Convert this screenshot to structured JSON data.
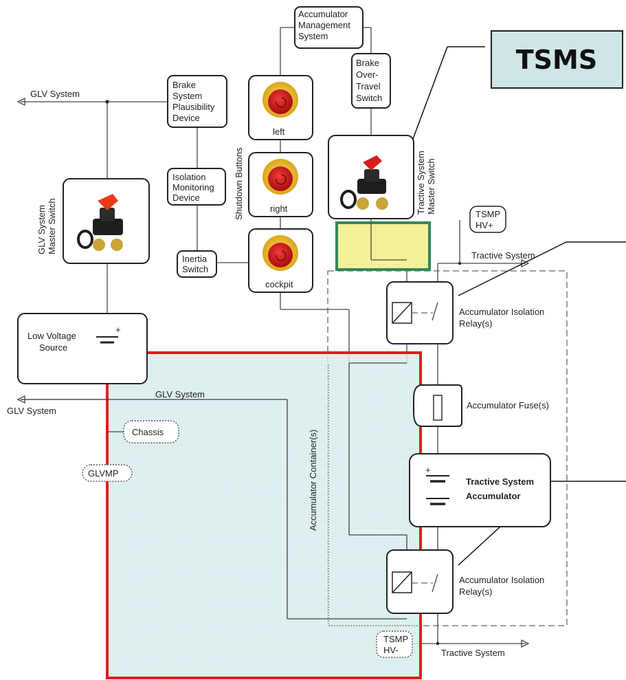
{
  "labels": {
    "tsms_callout": "TSMS",
    "glv_system_top": "GLV System",
    "glv_system_mid": "GLV System",
    "glv_system_left": "GLV System",
    "brake_plausibility": [
      "Brake",
      "System",
      "Plausibility",
      "Device"
    ],
    "isolation_monitoring": [
      "Isolation",
      "Monitoring",
      "Device"
    ],
    "inertia_switch": [
      "Inertia",
      "Switch"
    ],
    "accumulator_management": [
      "Accumulator",
      "Management",
      "System"
    ],
    "brake_overtravel": [
      "Brake",
      "Over-",
      "Travel",
      "Switch"
    ],
    "shutdown_buttons": "Shutdown Buttons",
    "btn_left": "left",
    "btn_right": "right",
    "btn_cockpit": "cockpit",
    "tractive_master": [
      "Tractive System",
      "Master Switch"
    ],
    "glv_master": [
      "GLV System",
      "Master Switch"
    ],
    "low_voltage_source": [
      "Low Voltage",
      "Source"
    ],
    "plus_sign": "+",
    "tsmp_hv_plus": [
      "TSMP",
      "HV+"
    ],
    "tractive_system_top": "Tractive System",
    "air_top": [
      "Accumulator Isolation",
      "Relay(s)"
    ],
    "accumulator_fuse": "Accumulator Fuse(s)",
    "ts_accumulator": [
      "Tractive System",
      "Accumulator"
    ],
    "air_bottom": [
      "Accumulator Isolation",
      "Relay(s)"
    ],
    "accumulator_container": "Accumulator Container(s)",
    "chassis": "Chassis",
    "glvmp": "GLVMP",
    "tsmp_hv_minus": [
      "TSMP",
      "HV-"
    ],
    "tractive_system_bottom": "Tractive System"
  },
  "colors": {
    "tsms_fill": "#cfe6e6",
    "red_overlay_stroke": "#e8191b",
    "red_overlay_fill": "#dceff0",
    "green_overlay_stroke": "#2e8b57",
    "yellow_fill": "#f7f3a0"
  },
  "icons": {
    "emergency_button": "emergency-stop-button-icon",
    "master_switch": "red-key-master-switch-icon"
  }
}
